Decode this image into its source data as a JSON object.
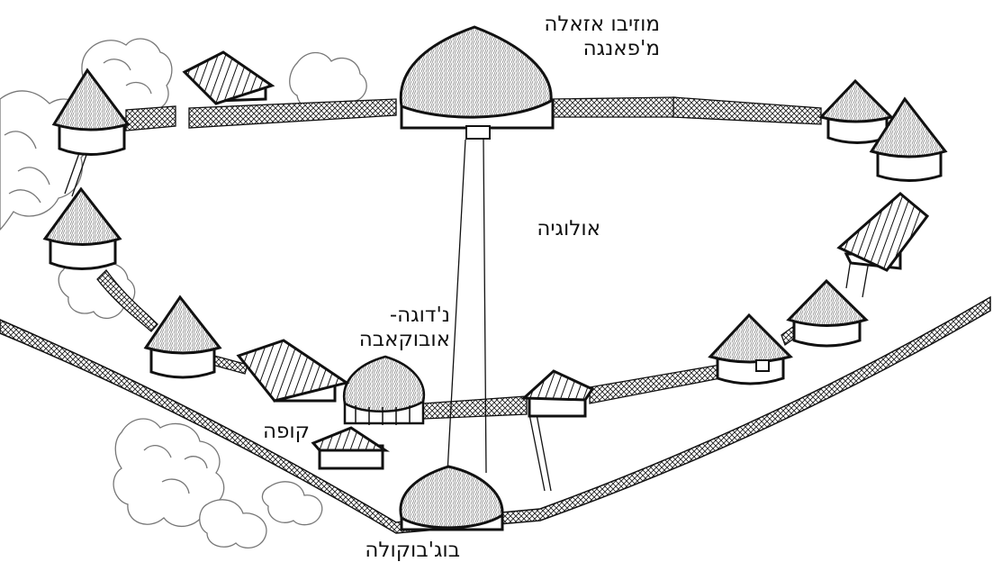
{
  "labels": {
    "royal_enclosure": [
      "מוזיבו אזאלה",
      "מ'פאנגה"
    ],
    "courtyard": "אולוגיה",
    "great_wife_house": [
      "נ'דוגה-",
      "אובוקאבה"
    ],
    "store": "קופה",
    "entrance_house": "בוג'בוקולה"
  },
  "colors": {
    "ink": "#111111",
    "paper": "#ffffff",
    "roof": "#f2f2f2",
    "tree": "#bdbdbd"
  },
  "icons": [
    "hut-icon",
    "domed-hut-icon",
    "granary-icon",
    "tree-icon",
    "fence-icon"
  ]
}
